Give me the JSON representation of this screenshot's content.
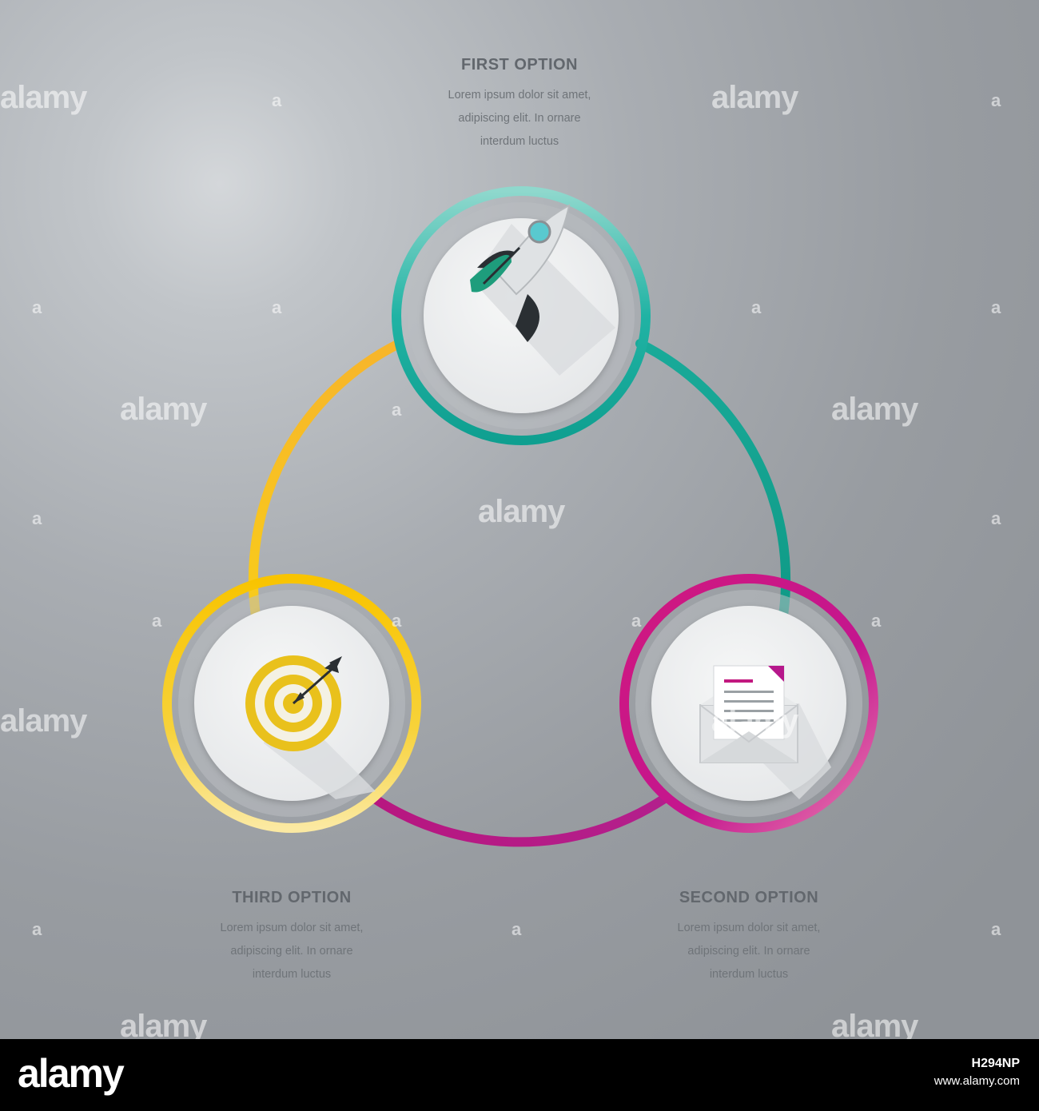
{
  "colors": {
    "teal": "#1aa99b",
    "magenta": "#c6168d",
    "yellow": "#f5c518",
    "inner_disc": "#eceeef",
    "label_gray": "#62676d"
  },
  "options": [
    {
      "title": "FIRST OPTION",
      "description": "Lorem ipsum dolor sit amet,\nadipiscing elit. In ornare\ninterdum luctus",
      "icon": "rocket-icon",
      "color": "#1aa99b"
    },
    {
      "title": "SECOND OPTION",
      "description": "Lorem ipsum dolor sit amet,\nadipiscing elit. In ornare\ninterdum luctus",
      "icon": "envelope-document-icon",
      "color": "#c6168d"
    },
    {
      "title": "THIRD OPTION",
      "description": "Lorem ipsum dolor sit amet,\nadipiscing elit. In ornare\ninterdum luctus",
      "icon": "target-arrow-icon",
      "color": "#f5c518"
    }
  ],
  "watermark": {
    "brand": "alamy",
    "glyph": "a"
  },
  "footer": {
    "logo": "alamy",
    "image_id": "H294NP",
    "url": "www.alamy.com"
  }
}
